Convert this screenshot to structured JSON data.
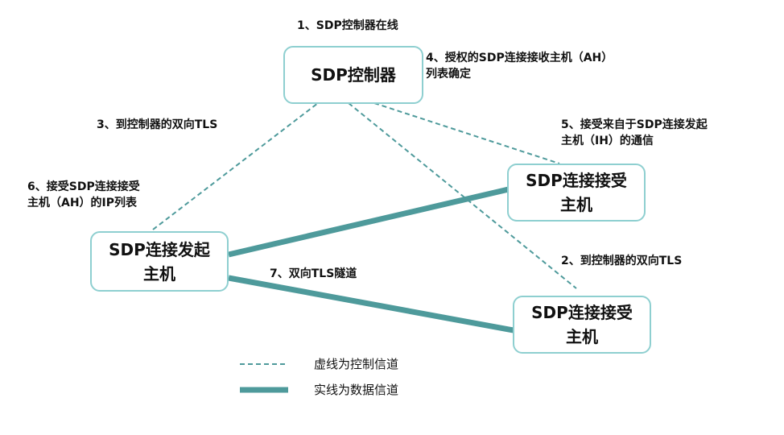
{
  "nodes": {
    "controller": "SDP控制器",
    "initiating_host": "SDP连接发起\n主机",
    "accepting_host_1": "SDP连接接受\n主机",
    "accepting_host_2": "SDP连接接受\n主机"
  },
  "labels": {
    "step1": "1、SDP控制器在线",
    "step2": "2、到控制器的双向TLS",
    "step3": "3、到控制器的双向TLS",
    "step4": "4、授权的SDP连接接收主机（AH）\n列表确定",
    "step5": "5、接受来自于SDP连接发起\n主机（IH）的通信",
    "step6": "6、接受SDP连接接受\n主机（AH）的IP列表",
    "step7": "7、双向TLS隧道"
  },
  "legend": {
    "dashed": "虚线为控制信道",
    "solid": "实线为数据信道"
  },
  "colors": {
    "line": "#4e9a9b",
    "node_border": "#8ecfd0"
  }
}
